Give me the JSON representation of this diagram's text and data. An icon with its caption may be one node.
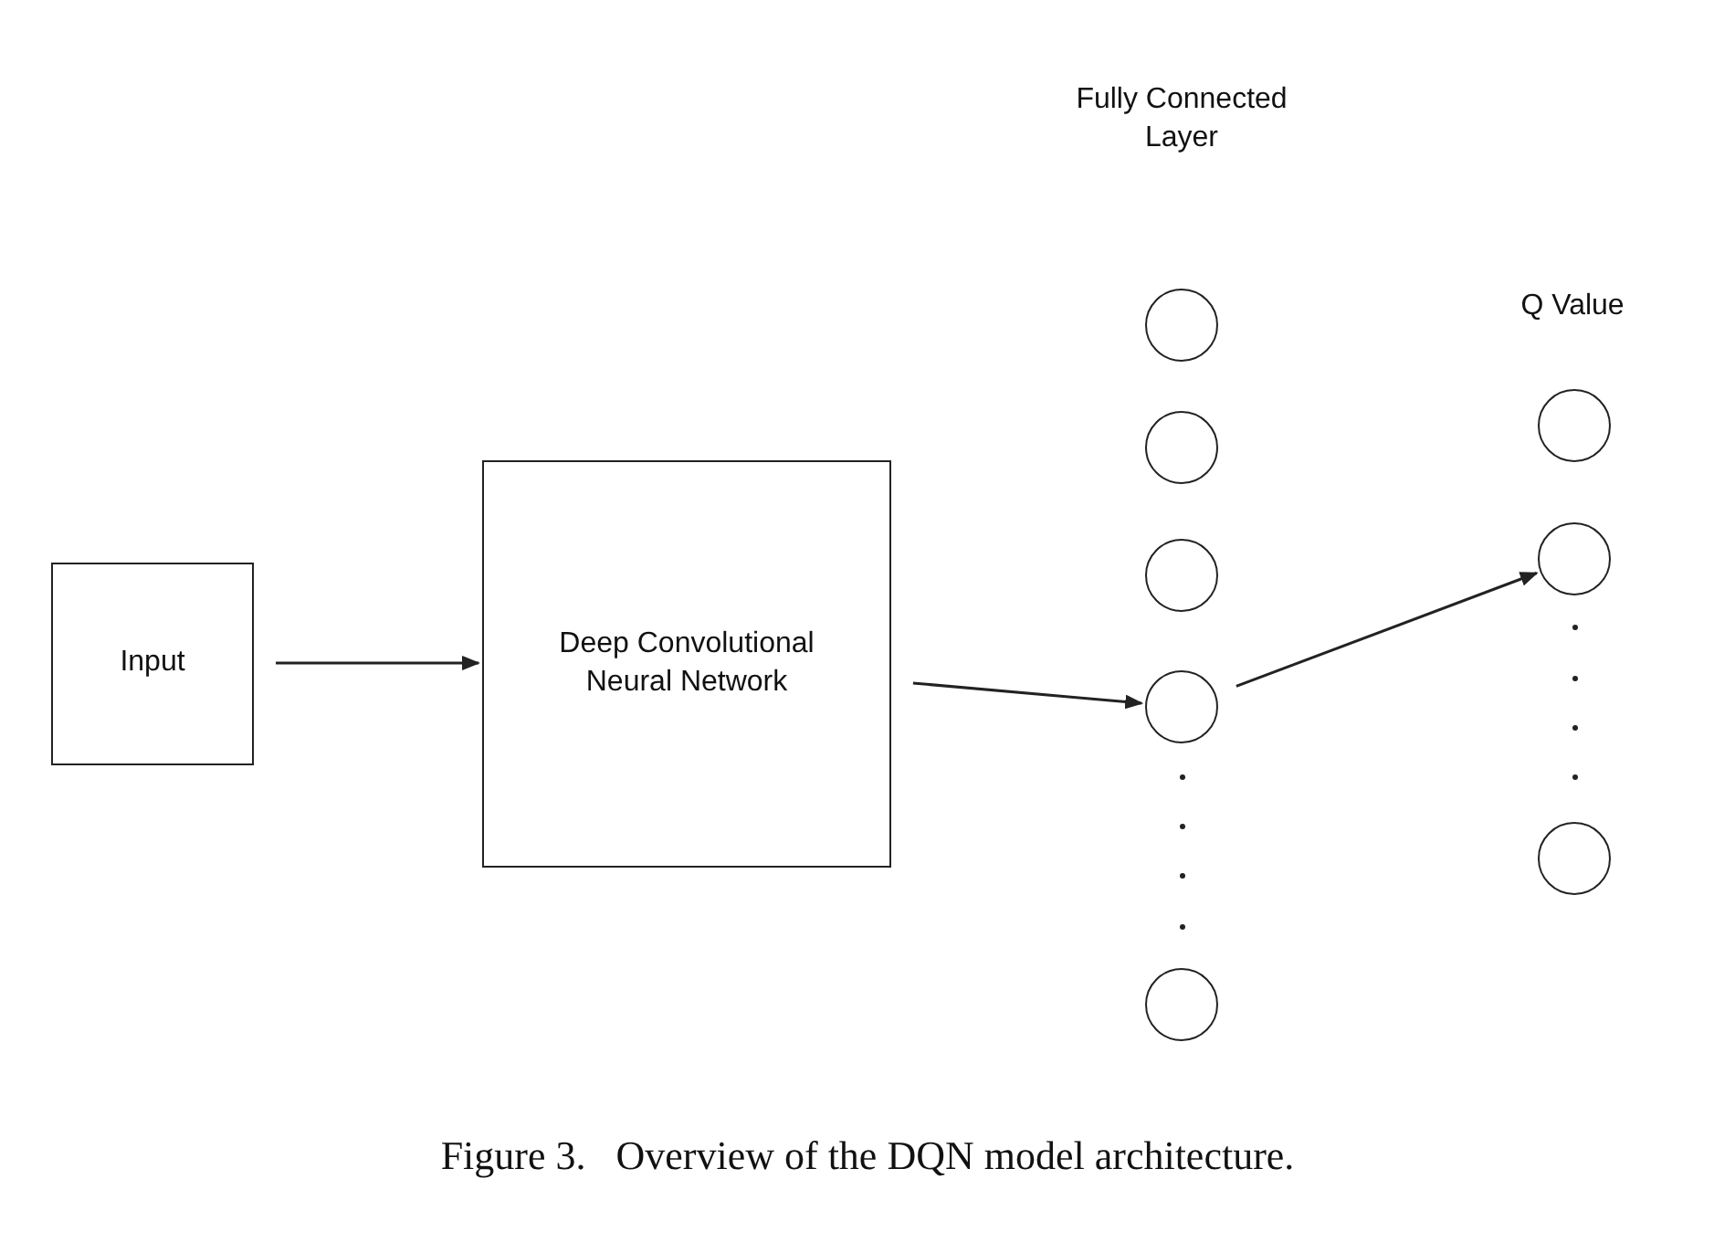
{
  "diagram": {
    "caption": "Figure 3.   Overview of the DQN model architecture.",
    "nodes": [
      {
        "text": [
          "Input"
        ]
      },
      {
        "text": [
          "Deep Convolutional Neural Network"
        ]
      },
      {
        "text": [],
        "shape": "circle"
      },
      {
        "text": [],
        "shape": "circle"
      },
      {
        "text": [],
        "shape": "circle"
      },
      {
        "text": [],
        "shape": "circle"
      },
      {
        "text": [],
        "shape": "circle"
      },
      {
        "text": [],
        "shape": "circle"
      },
      {
        "text": [],
        "shape": "circle"
      },
      {
        "text": [],
        "shape": "circle"
      }
    ],
    "edges": [
      {
        "from": 0,
        "to": 1,
        "arrow": "to"
      },
      {
        "from": 1,
        "to": 5,
        "arrow": "to"
      },
      {
        "from": 5,
        "to": 8,
        "arrow": "to"
      }
    ],
    "labels": [
      "Fully Connected Layer",
      "Q Value"
    ]
  }
}
